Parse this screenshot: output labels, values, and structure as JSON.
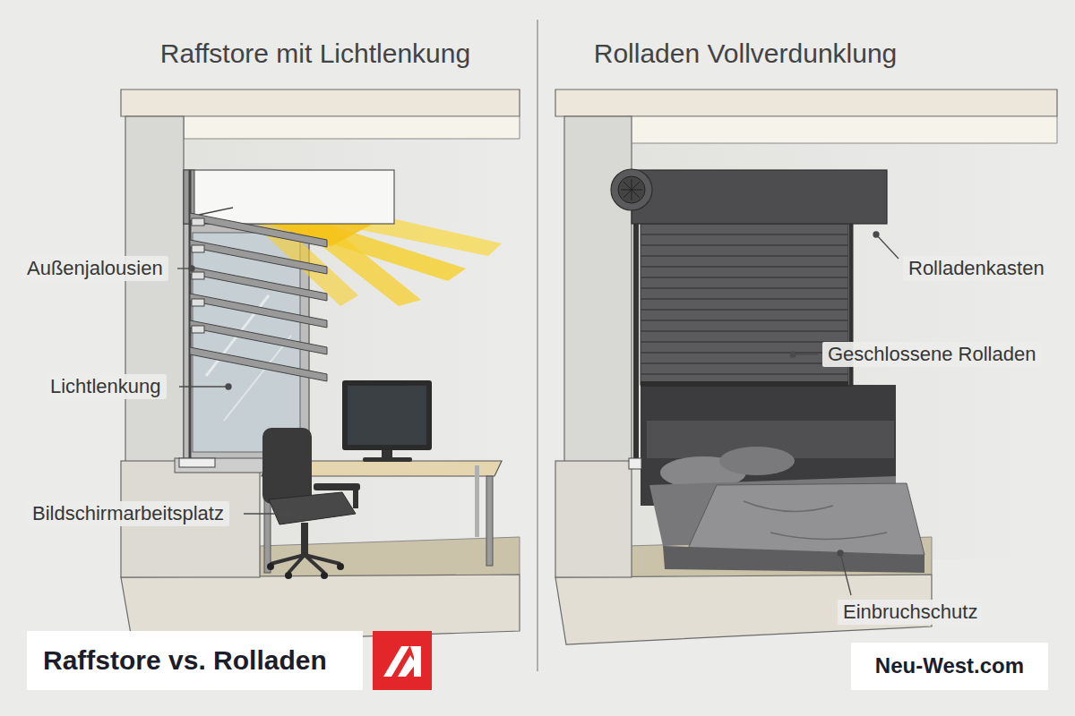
{
  "diagram": {
    "nodes": [
      {
        "text": [
          "Raffstore vs. Rolladen"
        ]
      },
      {
        "text": [
          "Neu-West.com"
        ]
      }
    ],
    "labels": [
      "Raffstore mit Lichtlenkung",
      "Rolladen Vollverdunklung",
      "Außenjalousien",
      "Lichtlenkung",
      "Bildschirmarbeitsplatz",
      "Rolladenkasten",
      "Geschlossene Rolladen",
      "Einbruchschutz"
    ]
  }
}
